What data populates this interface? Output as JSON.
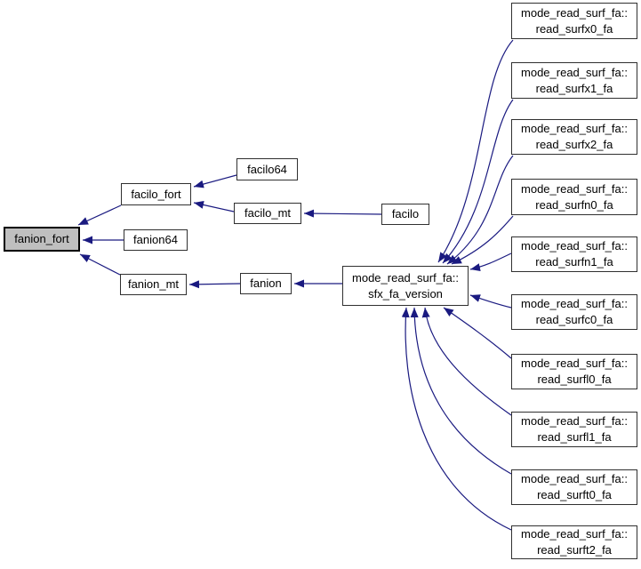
{
  "diagram": {
    "kind": "caller-graph",
    "colors": {
      "edge": "#1a1a80",
      "node_border": "#303030",
      "node_fill": "#ffffff",
      "highlight_fill": "#bfbfbf",
      "highlight_border": "#000000",
      "text": "#000000"
    },
    "nodes": [
      {
        "id": "fanion_fort",
        "label": "fanion_fort",
        "highlighted": true
      },
      {
        "id": "facilo_fort",
        "label": "facilo_fort"
      },
      {
        "id": "fanion64",
        "label": "fanion64"
      },
      {
        "id": "fanion_mt",
        "label": "fanion_mt"
      },
      {
        "id": "facilo64",
        "label": "facilo64"
      },
      {
        "id": "facilo_mt",
        "label": "facilo_mt"
      },
      {
        "id": "fanion",
        "label": "fanion"
      },
      {
        "id": "facilo",
        "label": "facilo"
      },
      {
        "id": "sfx_fa_version",
        "label": "mode_read_surf_fa::\nsfx_fa_version"
      },
      {
        "id": "read_surfx0_fa",
        "label": "mode_read_surf_fa::\nread_surfx0_fa"
      },
      {
        "id": "read_surfx1_fa",
        "label": "mode_read_surf_fa::\nread_surfx1_fa"
      },
      {
        "id": "read_surfx2_fa",
        "label": "mode_read_surf_fa::\nread_surfx2_fa"
      },
      {
        "id": "read_surfn0_fa",
        "label": "mode_read_surf_fa::\nread_surfn0_fa"
      },
      {
        "id": "read_surfn1_fa",
        "label": "mode_read_surf_fa::\nread_surfn1_fa"
      },
      {
        "id": "read_surfc0_fa",
        "label": "mode_read_surf_fa::\nread_surfc0_fa"
      },
      {
        "id": "read_surfl0_fa",
        "label": "mode_read_surf_fa::\nread_surfl0_fa"
      },
      {
        "id": "read_surfl1_fa",
        "label": "mode_read_surf_fa::\nread_surfl1_fa"
      },
      {
        "id": "read_surft0_fa",
        "label": "mode_read_surf_fa::\nread_surft0_fa"
      },
      {
        "id": "read_surft2_fa",
        "label": "mode_read_surf_fa::\nread_surft2_fa"
      }
    ],
    "edges": [
      {
        "from": "facilo_fort",
        "to": "fanion_fort"
      },
      {
        "from": "fanion64",
        "to": "fanion_fort"
      },
      {
        "from": "fanion_mt",
        "to": "fanion_fort"
      },
      {
        "from": "facilo64",
        "to": "facilo_fort"
      },
      {
        "from": "facilo_mt",
        "to": "facilo_fort"
      },
      {
        "from": "facilo",
        "to": "facilo_mt"
      },
      {
        "from": "fanion",
        "to": "fanion_mt"
      },
      {
        "from": "sfx_fa_version",
        "to": "fanion"
      },
      {
        "from": "read_surfx0_fa",
        "to": "sfx_fa_version"
      },
      {
        "from": "read_surfx1_fa",
        "to": "sfx_fa_version"
      },
      {
        "from": "read_surfx2_fa",
        "to": "sfx_fa_version"
      },
      {
        "from": "read_surfn0_fa",
        "to": "sfx_fa_version"
      },
      {
        "from": "read_surfn1_fa",
        "to": "sfx_fa_version"
      },
      {
        "from": "read_surfc0_fa",
        "to": "sfx_fa_version"
      },
      {
        "from": "read_surfl0_fa",
        "to": "sfx_fa_version"
      },
      {
        "from": "read_surfl1_fa",
        "to": "sfx_fa_version"
      },
      {
        "from": "read_surft0_fa",
        "to": "sfx_fa_version"
      },
      {
        "from": "read_surft2_fa",
        "to": "sfx_fa_version"
      }
    ]
  }
}
